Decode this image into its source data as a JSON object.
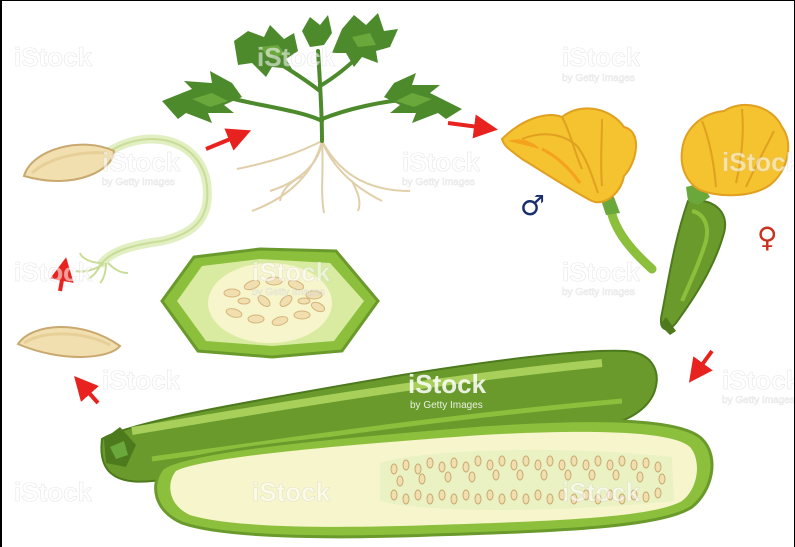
{
  "diagram": {
    "stages": [
      {
        "name": "seed"
      },
      {
        "name": "germinating-seed"
      },
      {
        "name": "young-plant"
      },
      {
        "name": "male-flower",
        "symbol": "♂"
      },
      {
        "name": "female-flower",
        "symbol": "♀"
      },
      {
        "name": "zucchini-fruit"
      },
      {
        "name": "fruit-cross-section"
      }
    ],
    "male_symbol": "♂",
    "female_symbol": "♀",
    "colors": {
      "arrow": "#e8231f",
      "male_symbol": "#1a2f6e",
      "female_symbol": "#c8321e",
      "zucchini_dark": "#6a9a2c",
      "zucchini_light": "#a7cf5a",
      "flesh": "#f7f5cc",
      "leaf": "#4c8a2c",
      "petal": "#f5c230",
      "seed": "#f2dfb0"
    }
  },
  "watermark": {
    "brand": "iStock",
    "tagline": "by Getty Images"
  }
}
